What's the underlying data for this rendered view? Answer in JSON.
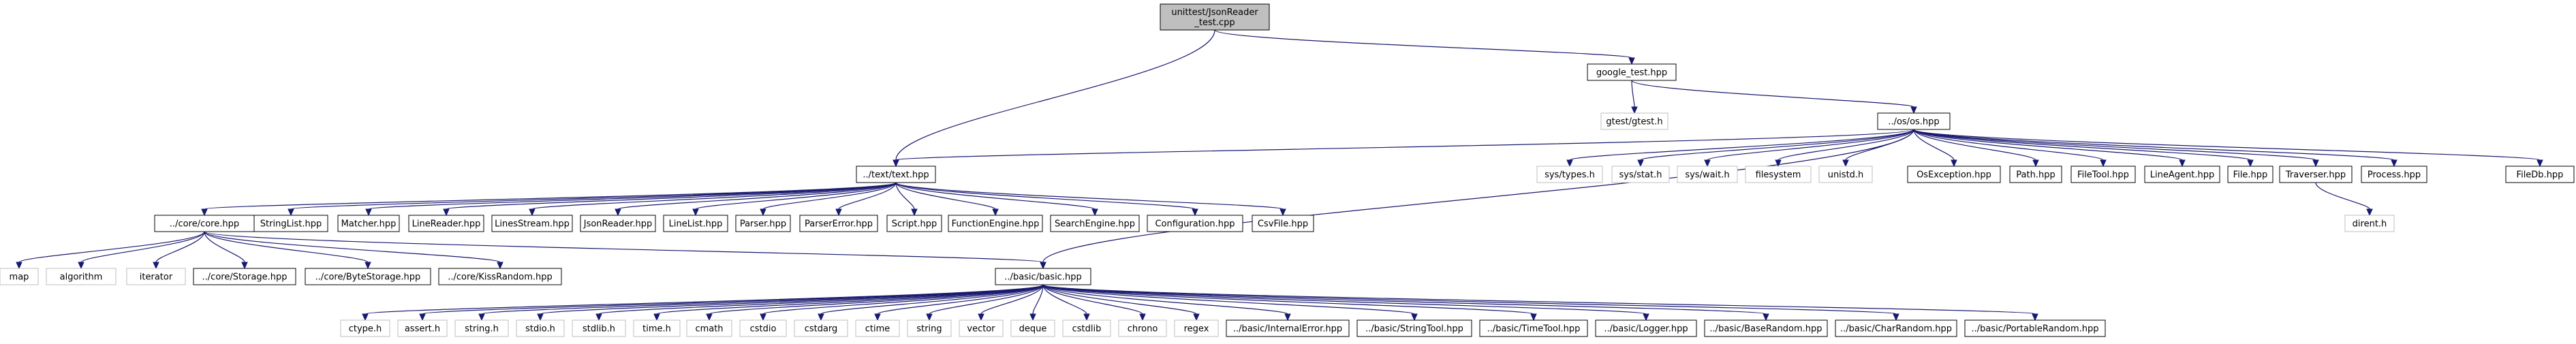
{
  "nodes": [
    {
      "id": "root",
      "lines": [
        "unittest/JsonReader",
        "_test.cpp"
      ],
      "kind": "root"
    },
    {
      "id": "google_test",
      "lines": [
        "google_test.hpp"
      ],
      "kind": "doc"
    },
    {
      "id": "gtest",
      "lines": [
        "gtest/gtest.h"
      ],
      "kind": "ext"
    },
    {
      "id": "os",
      "lines": [
        "../os/os.hpp"
      ],
      "kind": "doc"
    },
    {
      "id": "text",
      "lines": [
        "../text/text.hpp"
      ],
      "kind": "doc"
    },
    {
      "id": "core",
      "lines": [
        "../core/core.hpp"
      ],
      "kind": "doc"
    },
    {
      "id": "basic",
      "lines": [
        "../basic/basic.hpp"
      ],
      "kind": "doc"
    },
    {
      "id": "StringList",
      "lines": [
        "StringList.hpp"
      ],
      "kind": "doc"
    },
    {
      "id": "Matcher",
      "lines": [
        "Matcher.hpp"
      ],
      "kind": "doc"
    },
    {
      "id": "LineReader",
      "lines": [
        "LineReader.hpp"
      ],
      "kind": "doc"
    },
    {
      "id": "LinesStream",
      "lines": [
        "LinesStream.hpp"
      ],
      "kind": "doc"
    },
    {
      "id": "JsonReader",
      "lines": [
        "JsonReader.hpp"
      ],
      "kind": "doc"
    },
    {
      "id": "LineList",
      "lines": [
        "LineList.hpp"
      ],
      "kind": "doc"
    },
    {
      "id": "Parser",
      "lines": [
        "Parser.hpp"
      ],
      "kind": "doc"
    },
    {
      "id": "ParserError",
      "lines": [
        "ParserError.hpp"
      ],
      "kind": "doc"
    },
    {
      "id": "Script",
      "lines": [
        "Script.hpp"
      ],
      "kind": "doc"
    },
    {
      "id": "FunctionEngine",
      "lines": [
        "FunctionEngine.hpp"
      ],
      "kind": "doc"
    },
    {
      "id": "SearchEngine",
      "lines": [
        "SearchEngine.hpp"
      ],
      "kind": "doc"
    },
    {
      "id": "Configuration",
      "lines": [
        "Configuration.hpp"
      ],
      "kind": "doc"
    },
    {
      "id": "CsvFile",
      "lines": [
        "CsvFile.hpp"
      ],
      "kind": "doc"
    },
    {
      "id": "map",
      "lines": [
        "map"
      ],
      "kind": "ext"
    },
    {
      "id": "algorithm",
      "lines": [
        "algorithm"
      ],
      "kind": "ext"
    },
    {
      "id": "iterator",
      "lines": [
        "iterator"
      ],
      "kind": "ext"
    },
    {
      "id": "Storage",
      "lines": [
        "../core/Storage.hpp"
      ],
      "kind": "doc"
    },
    {
      "id": "ByteStorage",
      "lines": [
        "../core/ByteStorage.hpp"
      ],
      "kind": "doc"
    },
    {
      "id": "KissRandom",
      "lines": [
        "../core/KissRandom.hpp"
      ],
      "kind": "doc"
    },
    {
      "id": "systypes",
      "lines": [
        "sys/types.h"
      ],
      "kind": "ext"
    },
    {
      "id": "sysstat",
      "lines": [
        "sys/stat.h"
      ],
      "kind": "ext"
    },
    {
      "id": "syswait",
      "lines": [
        "sys/wait.h"
      ],
      "kind": "ext"
    },
    {
      "id": "filesystem",
      "lines": [
        "filesystem"
      ],
      "kind": "ext"
    },
    {
      "id": "unistd",
      "lines": [
        "unistd.h"
      ],
      "kind": "ext"
    },
    {
      "id": "OsException",
      "lines": [
        "OsException.hpp"
      ],
      "kind": "doc"
    },
    {
      "id": "Path",
      "lines": [
        "Path.hpp"
      ],
      "kind": "doc"
    },
    {
      "id": "FileTool",
      "lines": [
        "FileTool.hpp"
      ],
      "kind": "doc"
    },
    {
      "id": "LineAgent",
      "lines": [
        "LineAgent.hpp"
      ],
      "kind": "doc"
    },
    {
      "id": "File",
      "lines": [
        "File.hpp"
      ],
      "kind": "doc"
    },
    {
      "id": "Traverser",
      "lines": [
        "Traverser.hpp"
      ],
      "kind": "doc"
    },
    {
      "id": "Process",
      "lines": [
        "Process.hpp"
      ],
      "kind": "doc"
    },
    {
      "id": "FileDb",
      "lines": [
        "FileDb.hpp"
      ],
      "kind": "doc"
    },
    {
      "id": "dirent",
      "lines": [
        "dirent.h"
      ],
      "kind": "ext"
    },
    {
      "id": "ctype",
      "lines": [
        "ctype.h"
      ],
      "kind": "ext"
    },
    {
      "id": "assert",
      "lines": [
        "assert.h"
      ],
      "kind": "ext"
    },
    {
      "id": "string_h",
      "lines": [
        "string.h"
      ],
      "kind": "ext"
    },
    {
      "id": "stdio",
      "lines": [
        "stdio.h"
      ],
      "kind": "ext"
    },
    {
      "id": "stdlib_h",
      "lines": [
        "stdlib.h"
      ],
      "kind": "ext"
    },
    {
      "id": "time_h",
      "lines": [
        "time.h"
      ],
      "kind": "ext"
    },
    {
      "id": "cmath",
      "lines": [
        "cmath"
      ],
      "kind": "ext"
    },
    {
      "id": "cstdio",
      "lines": [
        "cstdio"
      ],
      "kind": "ext"
    },
    {
      "id": "cstdarg",
      "lines": [
        "cstdarg"
      ],
      "kind": "ext"
    },
    {
      "id": "ctime",
      "lines": [
        "ctime"
      ],
      "kind": "ext"
    },
    {
      "id": "string",
      "lines": [
        "string"
      ],
      "kind": "ext"
    },
    {
      "id": "vector",
      "lines": [
        "vector"
      ],
      "kind": "ext"
    },
    {
      "id": "deque",
      "lines": [
        "deque"
      ],
      "kind": "ext"
    },
    {
      "id": "cstdlib",
      "lines": [
        "cstdlib"
      ],
      "kind": "ext"
    },
    {
      "id": "chrono",
      "lines": [
        "chrono"
      ],
      "kind": "ext"
    },
    {
      "id": "regex",
      "lines": [
        "regex"
      ],
      "kind": "ext"
    },
    {
      "id": "InternalError",
      "lines": [
        "../basic/InternalError.hpp"
      ],
      "kind": "doc"
    },
    {
      "id": "StringTool",
      "lines": [
        "../basic/StringTool.hpp"
      ],
      "kind": "doc"
    },
    {
      "id": "TimeTool",
      "lines": [
        "../basic/TimeTool.hpp"
      ],
      "kind": "doc"
    },
    {
      "id": "Logger",
      "lines": [
        "../basic/Logger.hpp"
      ],
      "kind": "doc"
    },
    {
      "id": "BaseRandom",
      "lines": [
        "../basic/BaseRandom.hpp"
      ],
      "kind": "doc"
    },
    {
      "id": "CharRandom",
      "lines": [
        "../basic/CharRandom.hpp"
      ],
      "kind": "doc"
    },
    {
      "id": "PortableRandom",
      "lines": [
        "../basic/PortableRandom.hpp"
      ],
      "kind": "doc"
    }
  ],
  "edges": [
    [
      "root",
      "google_test"
    ],
    [
      "root",
      "text"
    ],
    [
      "google_test",
      "gtest"
    ],
    [
      "google_test",
      "os"
    ],
    [
      "os",
      "text"
    ],
    [
      "os",
      "basic"
    ],
    [
      "os",
      "systypes"
    ],
    [
      "os",
      "sysstat"
    ],
    [
      "os",
      "syswait"
    ],
    [
      "os",
      "filesystem"
    ],
    [
      "os",
      "unistd"
    ],
    [
      "os",
      "OsException"
    ],
    [
      "os",
      "Path"
    ],
    [
      "os",
      "FileTool"
    ],
    [
      "os",
      "LineAgent"
    ],
    [
      "os",
      "File"
    ],
    [
      "os",
      "Traverser"
    ],
    [
      "os",
      "Process"
    ],
    [
      "os",
      "FileDb"
    ],
    [
      "Traverser",
      "dirent"
    ],
    [
      "text",
      "core"
    ],
    [
      "text",
      "StringList"
    ],
    [
      "text",
      "Matcher"
    ],
    [
      "text",
      "LineReader"
    ],
    [
      "text",
      "LinesStream"
    ],
    [
      "text",
      "JsonReader"
    ],
    [
      "text",
      "LineList"
    ],
    [
      "text",
      "Parser"
    ],
    [
      "text",
      "ParserError"
    ],
    [
      "text",
      "Script"
    ],
    [
      "text",
      "FunctionEngine"
    ],
    [
      "text",
      "SearchEngine"
    ],
    [
      "text",
      "Configuration"
    ],
    [
      "text",
      "CsvFile"
    ],
    [
      "core",
      "map"
    ],
    [
      "core",
      "algorithm"
    ],
    [
      "core",
      "iterator"
    ],
    [
      "core",
      "Storage"
    ],
    [
      "core",
      "ByteStorage"
    ],
    [
      "core",
      "KissRandom"
    ],
    [
      "core",
      "basic"
    ],
    [
      "basic",
      "ctype"
    ],
    [
      "basic",
      "assert"
    ],
    [
      "basic",
      "string_h"
    ],
    [
      "basic",
      "stdio"
    ],
    [
      "basic",
      "stdlib_h"
    ],
    [
      "basic",
      "time_h"
    ],
    [
      "basic",
      "cmath"
    ],
    [
      "basic",
      "cstdio"
    ],
    [
      "basic",
      "cstdarg"
    ],
    [
      "basic",
      "ctime"
    ],
    [
      "basic",
      "string"
    ],
    [
      "basic",
      "vector"
    ],
    [
      "basic",
      "deque"
    ],
    [
      "basic",
      "cstdlib"
    ],
    [
      "basic",
      "chrono"
    ],
    [
      "basic",
      "regex"
    ],
    [
      "basic",
      "InternalError"
    ],
    [
      "basic",
      "StringTool"
    ],
    [
      "basic",
      "TimeTool"
    ],
    [
      "basic",
      "Logger"
    ],
    [
      "basic",
      "BaseRandom"
    ],
    [
      "basic",
      "CharRandom"
    ],
    [
      "basic",
      "PortableRandom"
    ]
  ],
  "colors": {
    "edge": "#191970",
    "root_fill": "#bfbfbf",
    "doc_border": "#000000",
    "ext_border": "#bfbfbf",
    "text": "#000000"
  }
}
